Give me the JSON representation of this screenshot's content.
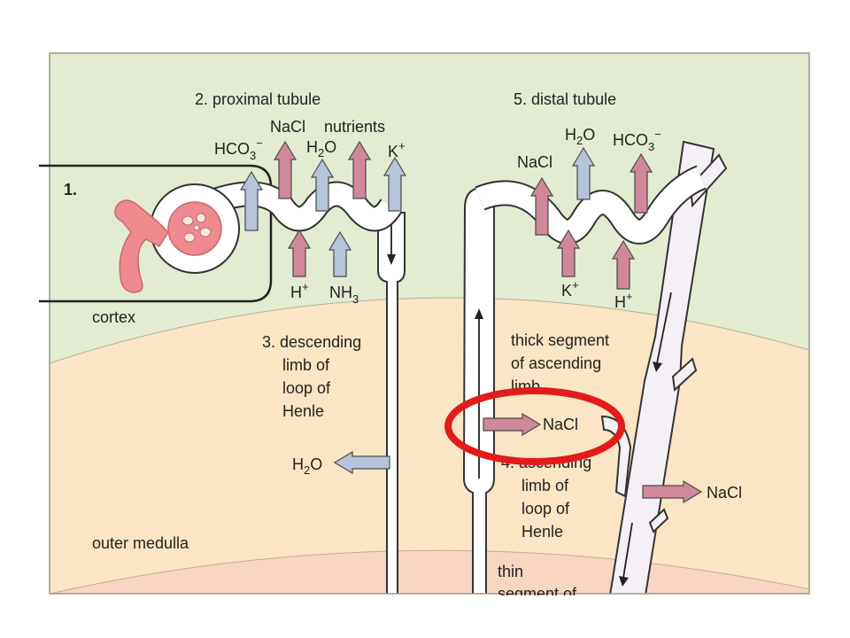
{
  "colors": {
    "cortex": "#e3ebd3",
    "outer_medulla": "#fae5c4",
    "inner_medulla": "#f9d6c4",
    "border": "#9a9a88",
    "tubule": "#ffffff",
    "tubule_outline": "#333333",
    "glomerulus": "#ee8a90",
    "pink_arrow": "#d0889a",
    "blue_arrow": "#b6c4da",
    "arrow_outline": "#4a4a4a",
    "highlight": "#e21b1b"
  },
  "labels": {
    "step1_num": "1.",
    "step2_num": "2.",
    "step2_name": "proximal tubule",
    "step3_num": "3.",
    "step3_line1": "descending",
    "step3_line2": "limb of",
    "step3_line3": "loop of",
    "step3_line4": "Henle",
    "step4_num": "4.",
    "step4_line1": "ascending",
    "step4_line2": "limb of",
    "step4_line3": "loop of",
    "step4_line4": "Henle",
    "step5_num": "5.",
    "step5_name": "distal tubule",
    "thick_line1": "thick segment",
    "thick_line2": "of ascending",
    "thick_line3": "limb",
    "thin_line1": "thin",
    "thin_line2": "segment of",
    "cortex": "cortex",
    "outer_medulla": "outer medulla"
  },
  "substances": {
    "pt_hco3": "HCO",
    "pt_hco3_sub": "3",
    "pt_hco3_sup": "−",
    "pt_nacl": "NaCl",
    "pt_h2o": "H",
    "pt_h2o_sub": "2",
    "pt_h2o_end": "O",
    "pt_nutrients": "nutrients",
    "pt_k": "K",
    "pt_k_sup": "+",
    "pt_h": "H",
    "pt_h_sup": "+",
    "pt_nh3": "NH",
    "pt_nh3_sub": "3",
    "dl_h2o": "H",
    "dl_h2o_sub": "2",
    "dl_h2o_end": "O",
    "al_nacl": "NaCl",
    "cd_nacl": "NaCl",
    "dt_nacl": "NaCl",
    "dt_h2o": "H",
    "dt_h2o_sub": "2",
    "dt_h2o_end": "O",
    "dt_hco3": "HCO",
    "dt_hco3_sub": "3",
    "dt_hco3_sup": "−",
    "dt_k": "K",
    "dt_k_sup": "+",
    "dt_h": "H",
    "dt_h_sup": "+"
  }
}
